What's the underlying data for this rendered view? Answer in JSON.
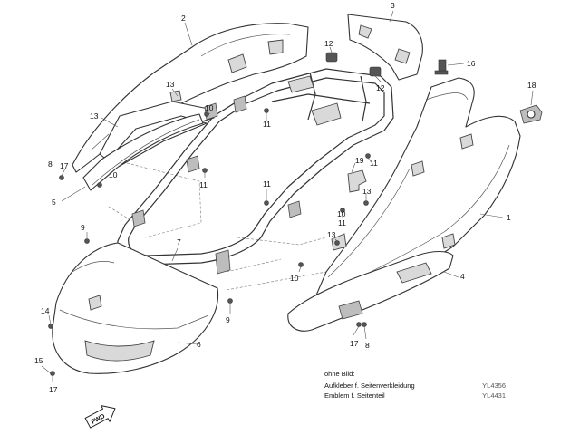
{
  "callouts": [
    {
      "id": "c2",
      "text": "2"
    },
    {
      "id": "c3",
      "text": "3"
    },
    {
      "id": "c12a",
      "text": "12"
    },
    {
      "id": "c12b",
      "text": "12"
    },
    {
      "id": "c16",
      "text": "16"
    },
    {
      "id": "c18",
      "text": "18"
    },
    {
      "id": "c13a",
      "text": "13"
    },
    {
      "id": "c10a",
      "text": "10"
    },
    {
      "id": "c11a",
      "text": "11"
    },
    {
      "id": "c13b",
      "text": "13"
    },
    {
      "id": "c11b",
      "text": "11"
    },
    {
      "id": "c8a",
      "text": "8"
    },
    {
      "id": "c17a",
      "text": "17"
    },
    {
      "id": "c10b",
      "text": "10"
    },
    {
      "id": "c11c",
      "text": "11"
    },
    {
      "id": "c19",
      "text": "19"
    },
    {
      "id": "c11d",
      "text": "11"
    },
    {
      "id": "c5",
      "text": "5"
    },
    {
      "id": "c11e",
      "text": "11"
    },
    {
      "id": "c13c",
      "text": "13"
    },
    {
      "id": "c1",
      "text": "1"
    },
    {
      "id": "c10c",
      "text": "10"
    },
    {
      "id": "c9a",
      "text": "9"
    },
    {
      "id": "c7",
      "text": "7"
    },
    {
      "id": "c13d",
      "text": "13"
    },
    {
      "id": "c10d",
      "text": "10"
    },
    {
      "id": "c4",
      "text": "4"
    },
    {
      "id": "c14",
      "text": "14"
    },
    {
      "id": "c9b",
      "text": "9"
    },
    {
      "id": "c6",
      "text": "6"
    },
    {
      "id": "c17b",
      "text": "17"
    },
    {
      "id": "c8b",
      "text": "8"
    },
    {
      "id": "c15",
      "text": "15"
    },
    {
      "id": "c17c",
      "text": "17"
    }
  ],
  "legend": {
    "heading": "ohne Bild:",
    "items": [
      {
        "label": "Aufkleber f. Seitenverkleidung",
        "code": "YL4356"
      },
      {
        "label": "Emblem f. Seitenteil",
        "code": "YL4431"
      }
    ]
  },
  "fwd_label": "FWD"
}
